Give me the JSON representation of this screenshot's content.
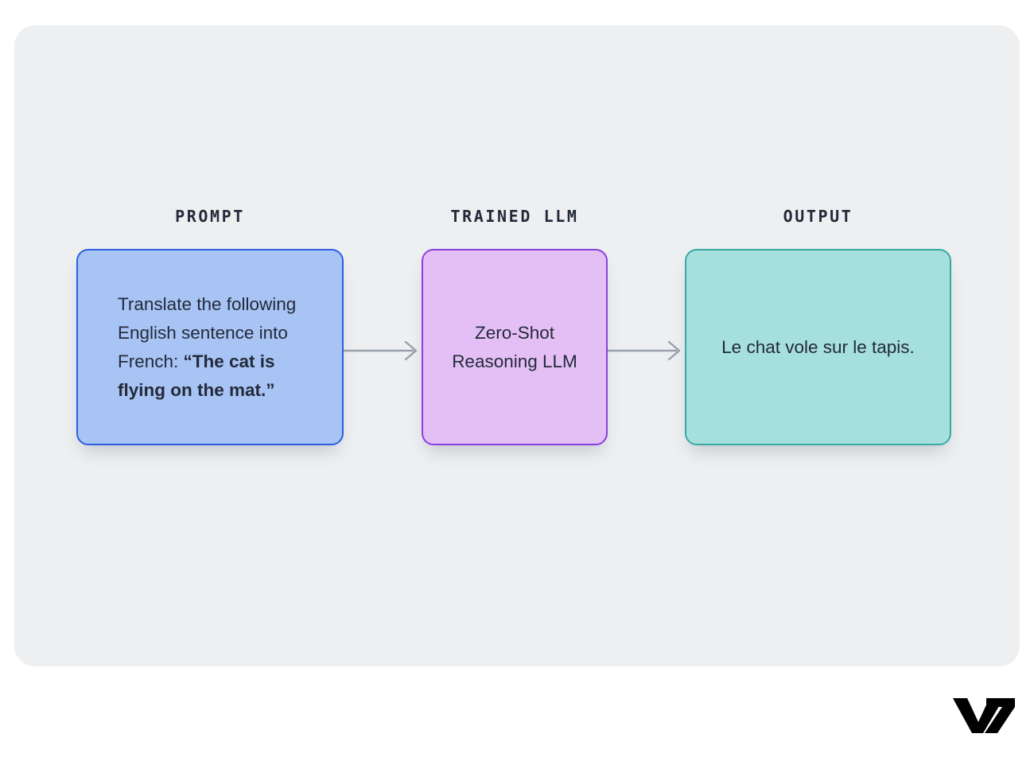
{
  "canvas": {
    "background_color": "#EDEFF1",
    "page_background_color": "#FFFFFF"
  },
  "diagram": {
    "type": "linear-flow",
    "title": "",
    "stages": [
      {
        "id": "prompt",
        "label": "PROMPT",
        "body_lead": "Translate the following English sentence into French: ",
        "body_emphasis": "“The cat is flying on the mat.”",
        "fill_color": "#A7C4F5",
        "border_color": "#2F5FE0",
        "text_color": "#242A39"
      },
      {
        "id": "trained-llm",
        "label": "TRAINED LLM",
        "body": "Zero-Shot Reasoning LLM",
        "fill_color": "#E3BFF5",
        "border_color": "#8B3FE0",
        "text_color": "#242A39"
      },
      {
        "id": "output",
        "label": "OUTPUT",
        "body": "Le chat vole sur le tapis.",
        "fill_color": "#A5E0DC",
        "border_color": "#3AA9A4",
        "text_color": "#242A39"
      }
    ],
    "connectors": [
      {
        "id": "arrow-prompt-to-llm",
        "from": "prompt",
        "to": "trained-llm",
        "color": "#9AA0AC"
      },
      {
        "id": "arrow-llm-to-output",
        "from": "trained-llm",
        "to": "output",
        "color": "#9AA0AC"
      }
    ]
  },
  "branding": {
    "logo_text": "V7",
    "logo_color": "#000000"
  }
}
